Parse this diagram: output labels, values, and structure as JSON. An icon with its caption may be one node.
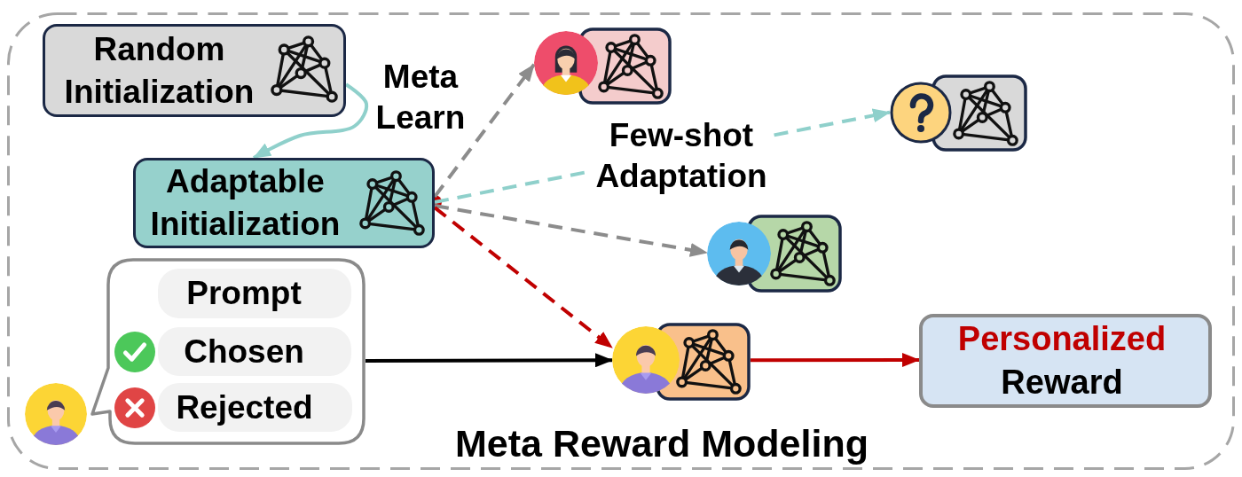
{
  "diagram": {
    "nodes": [
      {
        "text": [
          "Meta Reward Modeling"
        ]
      },
      {
        "text": [
          "Random Initialization"
        ],
        "in": 0
      },
      {
        "text": [
          "Adaptable Initialization"
        ],
        "in": 0
      },
      {
        "text": [],
        "shape": "picture",
        "in": 0
      },
      {
        "text": [],
        "shape": "picture",
        "in": 0
      },
      {
        "text": [],
        "shape": "picture",
        "in": 0
      },
      {
        "text": [],
        "shape": "bubble",
        "in": 0
      },
      {
        "text": [
          "Prompt"
        ],
        "in": 6
      },
      {
        "text": [
          "Chosen"
        ],
        "in": 6
      },
      {
        "text": [
          "Rejected"
        ],
        "in": 6
      },
      {
        "text": [],
        "shape": "picture",
        "in": 0
      },
      {
        "text": [
          "Personalized",
          "Reward"
        ],
        "in": 0
      }
    ],
    "edges": [
      {
        "from": 1,
        "to": 2,
        "arrow": "to",
        "label": "Meta Learn",
        "color": "#8fd0cb"
      },
      {
        "from": 2,
        "to": 3,
        "arrow": "to",
        "style": "dashed"
      },
      {
        "from": 2,
        "to": 4,
        "arrow": "to",
        "style": "dashed",
        "color": "#8fd0cb",
        "label": "Few-shot Adaptation"
      },
      {
        "from": 2,
        "to": 5,
        "arrow": "to",
        "style": "dashed"
      },
      {
        "from": 2,
        "to": 10,
        "arrow": "to",
        "style": "dashed",
        "color": "#c00000"
      },
      {
        "from": 6,
        "to": 10,
        "arrow": "to",
        "color": "#000000"
      },
      {
        "from": 10,
        "to": 11,
        "arrow": "to",
        "color": "#c00000"
      }
    ]
  }
}
